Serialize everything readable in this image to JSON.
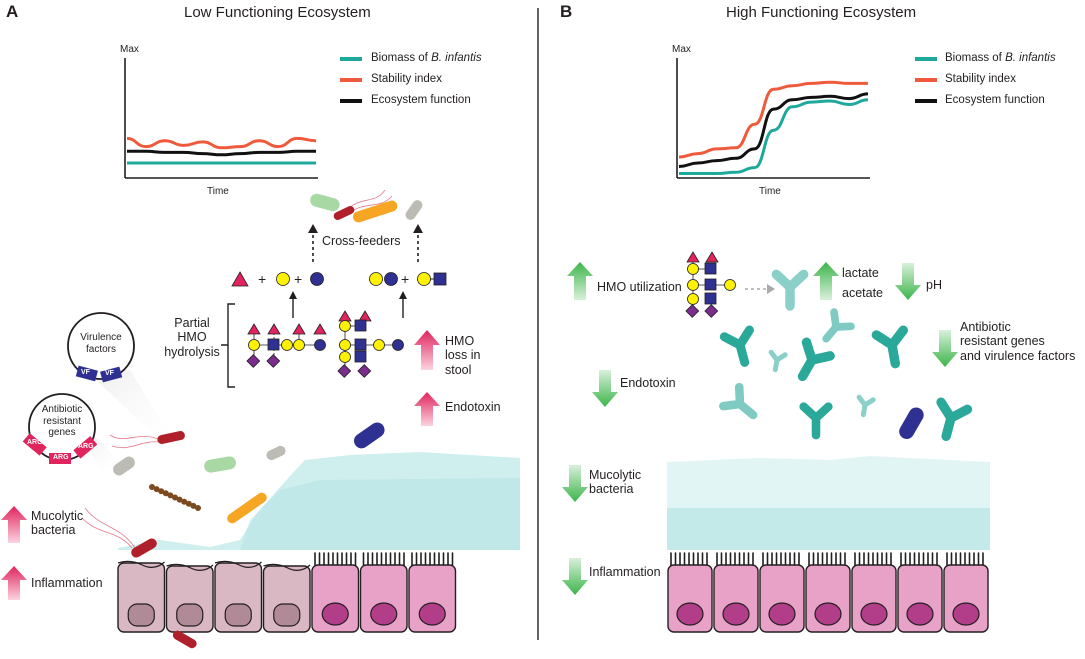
{
  "panel_a": {
    "letter": "A",
    "title": "Low Functioning Ecosystem",
    "chart": {
      "max_label": "Max",
      "x_label": "Time"
    },
    "legend": {
      "biomass_prefix": "Biomass of ",
      "biomass_species": "B. infantis",
      "stability": "Stability index",
      "function": "Ecosystem function"
    },
    "cross_feeders": "Cross-feeders",
    "partial_hydrolysis": [
      "Partial",
      "HMO",
      "hydrolysis"
    ],
    "hmo_loss": [
      "HMO",
      "loss in",
      "stool"
    ],
    "endotoxin": "Endotoxin",
    "virulence": [
      "Virulence",
      "factors"
    ],
    "vf_tag": "VF",
    "antibiotic": [
      "Antibiotic",
      "resistant",
      "genes"
    ],
    "arg_tag": "ARG",
    "mucolytic": [
      "Mucolytic",
      "bacteria"
    ],
    "inflammation": "Inflammation"
  },
  "panel_b": {
    "letter": "B",
    "title": "High Functioning Ecosystem",
    "chart": {
      "max_label": "Max",
      "x_label": "Time"
    },
    "legend": {
      "biomass_prefix": "Biomass of ",
      "biomass_species": "B. infantis",
      "stability": "Stability index",
      "function": "Ecosystem function"
    },
    "hmo_utilization": "HMO utilization",
    "lactate": "lactate",
    "acetate": "acetate",
    "ph": "pH",
    "antibiotic": [
      "Antibiotic",
      "resistant genes",
      "and virulence factors"
    ],
    "endotoxin": "Endotoxin",
    "mucolytic": [
      "Mucolytic",
      "bacteria"
    ],
    "inflammation": "Inflammation"
  },
  "colors": {
    "biomass": "#1fa89c",
    "stability": "#ef5a3c",
    "function": "#111111",
    "up_arrow": "#e0245e",
    "down_arrow": "#3cb54a",
    "bifido": "#2aa99b",
    "mucus": "#cfeeee",
    "healthy_cell": "#e8a2c8",
    "damaged_cell": "#d9b8c4"
  },
  "chart_data": [
    {
      "type": "line",
      "panel": "A",
      "title": "",
      "xlabel": "Time",
      "ylabel": "Max",
      "x": [
        0,
        1,
        2,
        3,
        4,
        5,
        6,
        7,
        8,
        9,
        10
      ],
      "series": [
        {
          "name": "Biomass of B. infantis",
          "values": [
            0.12,
            0.12,
            0.12,
            0.12,
            0.12,
            0.12,
            0.12,
            0.12,
            0.12,
            0.12,
            0.12
          ]
        },
        {
          "name": "Stability index",
          "values": [
            0.33,
            0.26,
            0.31,
            0.27,
            0.3,
            0.25,
            0.26,
            0.31,
            0.26,
            0.33,
            0.31
          ]
        },
        {
          "name": "Ecosystem function",
          "values": [
            0.22,
            0.22,
            0.21,
            0.21,
            0.2,
            0.19,
            0.2,
            0.21,
            0.21,
            0.22,
            0.22
          ]
        }
      ],
      "ylim": [
        0,
        1
      ],
      "legend": "right"
    },
    {
      "type": "line",
      "panel": "B",
      "title": "",
      "xlabel": "Time",
      "ylabel": "Max",
      "x": [
        0,
        1,
        2,
        3,
        4,
        5,
        6,
        7,
        8,
        9,
        10
      ],
      "series": [
        {
          "name": "Biomass of B. infantis",
          "values": [
            0.03,
            0.03,
            0.03,
            0.04,
            0.08,
            0.4,
            0.6,
            0.64,
            0.65,
            0.62,
            0.66
          ]
        },
        {
          "name": "Stability index",
          "values": [
            0.17,
            0.2,
            0.24,
            0.25,
            0.45,
            0.75,
            0.78,
            0.8,
            0.81,
            0.8,
            0.8
          ]
        },
        {
          "name": "Ecosystem function",
          "values": [
            0.09,
            0.12,
            0.14,
            0.16,
            0.24,
            0.58,
            0.66,
            0.68,
            0.69,
            0.67,
            0.71
          ]
        }
      ],
      "ylim": [
        0,
        1
      ],
      "legend": "right"
    }
  ]
}
